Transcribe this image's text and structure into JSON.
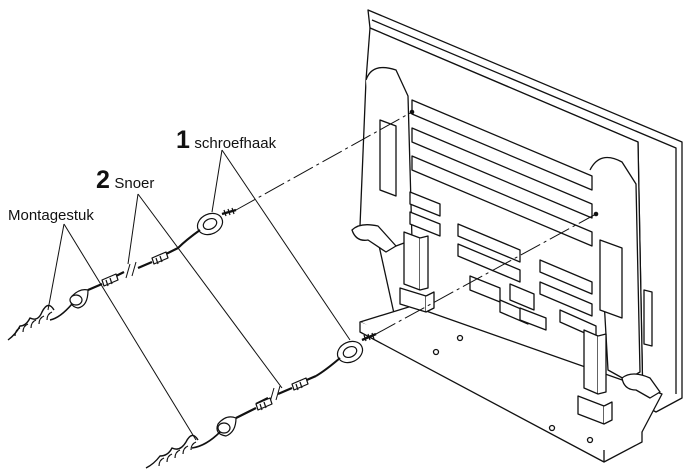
{
  "labels": {
    "schroefhaak": {
      "number": "1",
      "text": "schroefhaak"
    },
    "snoer": {
      "number": "2",
      "text": "Snoer"
    },
    "montagestuk": {
      "text": "Montagestuk"
    }
  },
  "colors": {
    "line": "#111111",
    "panel": "#f5f5f5"
  }
}
